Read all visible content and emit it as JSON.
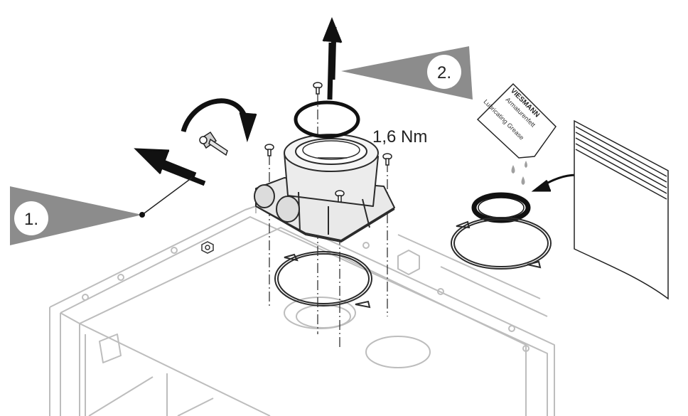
{
  "steps": [
    {
      "label": "1."
    },
    {
      "label": "2."
    }
  ],
  "torque": "1,6 Nm",
  "packet": {
    "brand": "VIESMANN",
    "line1": "Armaturenfett",
    "line2": "Lubricating Grease"
  },
  "colors": {
    "line": "#2b2b2b",
    "light_line": "#bdbdbd",
    "callout_gray": "#8c8c8c",
    "drop": "#a0a0a0"
  },
  "icons": [
    "arrow-up-icon",
    "arrow-left-icon",
    "rotate-arrow-icon",
    "screw-icon",
    "seal-ring-icon",
    "grease-packet-icon",
    "bag-icon"
  ]
}
